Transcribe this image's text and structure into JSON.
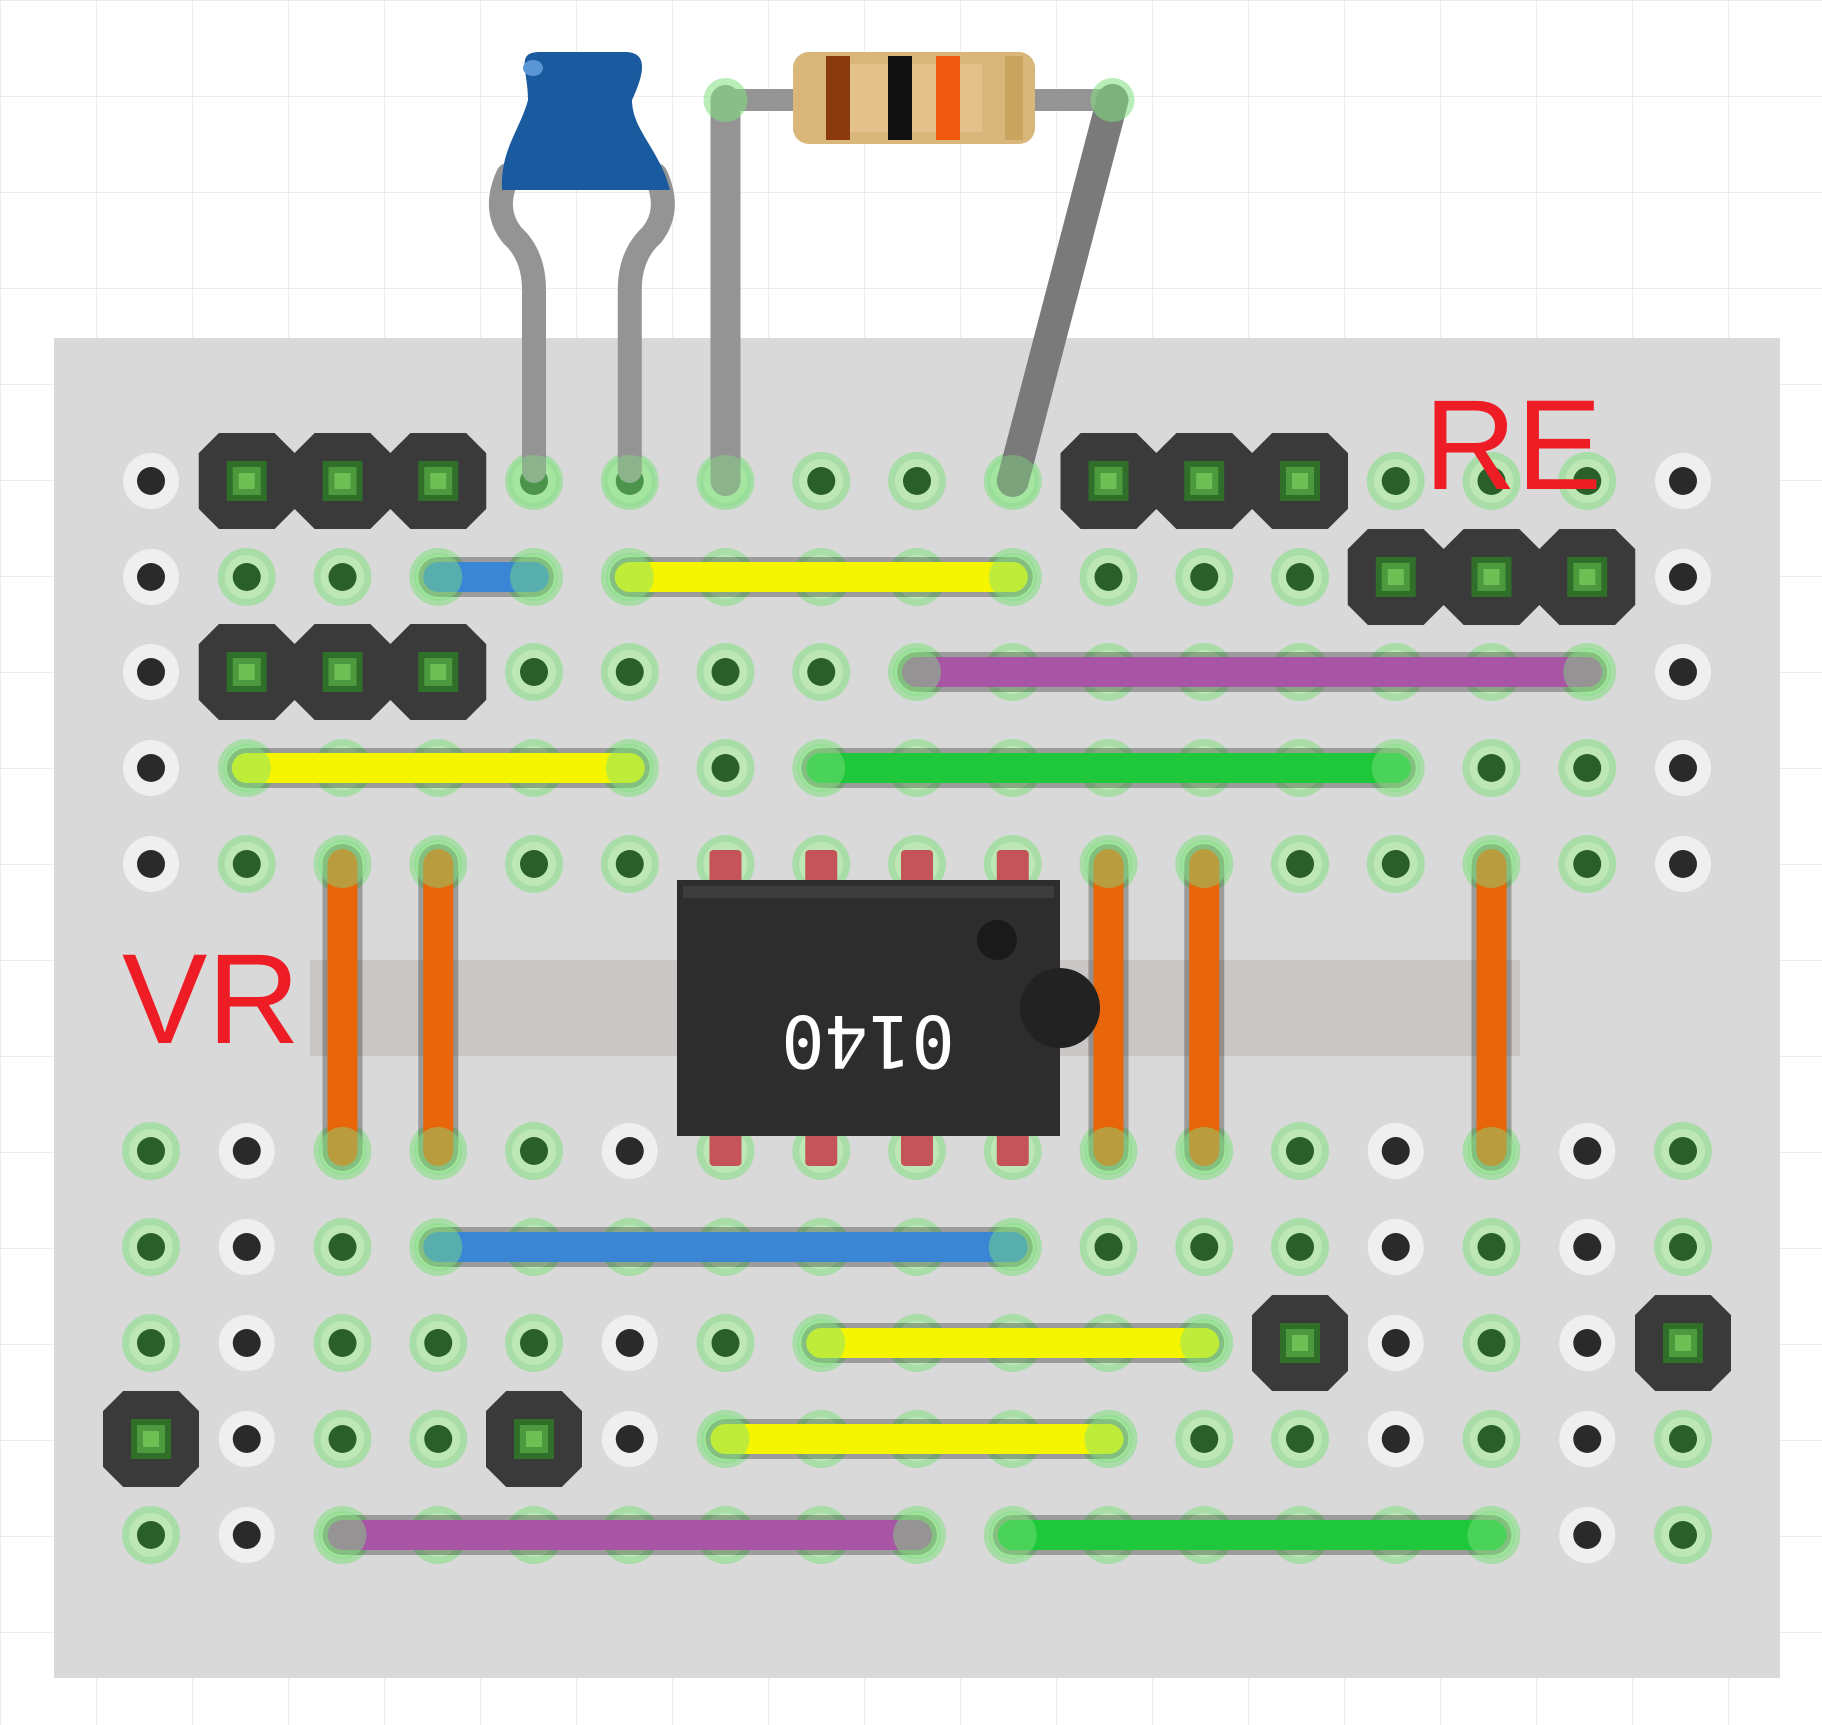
{
  "labels": {
    "re": "RE",
    "vr": "VR",
    "chip_marking": "0140"
  },
  "colors": {
    "board": "#d9d9d9",
    "board_strip": "#cbc6c6",
    "hole_connected": "#2a5f2a",
    "hole_unconnected": "#2a2a2a",
    "halo_connected": "#7fe07f",
    "header": "#3a3a3a",
    "header_pin": "#4c9a3d",
    "chip_body": "#2d2d2d",
    "chip_pin": "#c4545a",
    "lead": "#949494",
    "capacitor": "#1a5a9e",
    "resistor_body": "#d9b77a",
    "label": "#ee1c25"
  },
  "components": {
    "capacitor": {
      "type": "ceramic-capacitor",
      "pins": [
        [
          4,
          0
        ],
        [
          5,
          0
        ]
      ]
    },
    "resistor": {
      "type": "resistor",
      "bands": [
        "#8b3a10",
        "#111111",
        "#f05a10"
      ],
      "ends": [
        [
          6,
          0
        ],
        [
          10,
          0
        ]
      ]
    },
    "ic": {
      "type": "DIP-8",
      "top_pins": [
        6,
        7,
        8,
        9
      ],
      "bottom_pins": [
        6,
        7,
        8,
        9
      ]
    }
  },
  "headers": [
    {
      "name": "header-row0-left",
      "cols": [
        1,
        2,
        3
      ],
      "row": 0
    },
    {
      "name": "header-row0-right",
      "cols": [
        10,
        11,
        12
      ],
      "row": 0
    },
    {
      "name": "header-row1-right",
      "cols": [
        13,
        14,
        15
      ],
      "row": 1
    },
    {
      "name": "header-row2-left",
      "cols": [
        1,
        2,
        3
      ],
      "row": 2
    },
    {
      "name": "header-row7-col12",
      "cols": [
        12
      ],
      "row": 7
    },
    {
      "name": "header-row7-col16",
      "cols": [
        16
      ],
      "row": 7
    },
    {
      "name": "header-row8-col0",
      "cols": [
        0
      ],
      "row": 8
    },
    {
      "name": "header-row8-col4",
      "cols": [
        4
      ],
      "row": 8
    }
  ],
  "wires": [
    {
      "color": "#3a86d4",
      "from": [
        3,
        1
      ],
      "to": [
        4,
        1
      ]
    },
    {
      "color": "#f5f500",
      "from": [
        5,
        1
      ],
      "to": [
        9,
        1
      ]
    },
    {
      "color": "#a855a5",
      "from": [
        8,
        2
      ],
      "to": [
        15,
        2
      ]
    },
    {
      "color": "#f5f500",
      "from": [
        1,
        3
      ],
      "to": [
        5,
        3
      ]
    },
    {
      "color": "#1ec83a",
      "from": [
        7,
        3
      ],
      "to": [
        13,
        3
      ]
    },
    {
      "color": "#3a86d4",
      "from": [
        3,
        6
      ],
      "to": [
        9,
        6
      ]
    },
    {
      "color": "#f5f500",
      "from": [
        7,
        7
      ],
      "to": [
        11,
        7
      ]
    },
    {
      "color": "#f5f500",
      "from": [
        6,
        8
      ],
      "to": [
        10,
        8
      ]
    },
    {
      "color": "#a855a5",
      "from": [
        2,
        9
      ],
      "to": [
        8,
        9
      ]
    },
    {
      "color": "#1ec83a",
      "from": [
        9,
        9
      ],
      "to": [
        14,
        9
      ]
    },
    {
      "color": "#e8650a",
      "from": [
        2,
        4
      ],
      "to": [
        2,
        5
      ]
    },
    {
      "color": "#e8650a",
      "from": [
        3,
        4
      ],
      "to": [
        3,
        5
      ]
    },
    {
      "color": "#e8650a",
      "from": [
        10,
        4
      ],
      "to": [
        10,
        5
      ]
    },
    {
      "color": "#e8650a",
      "from": [
        11,
        4
      ],
      "to": [
        11,
        5
      ]
    },
    {
      "color": "#e8650a",
      "from": [
        14,
        4
      ],
      "to": [
        14,
        5
      ]
    }
  ]
}
